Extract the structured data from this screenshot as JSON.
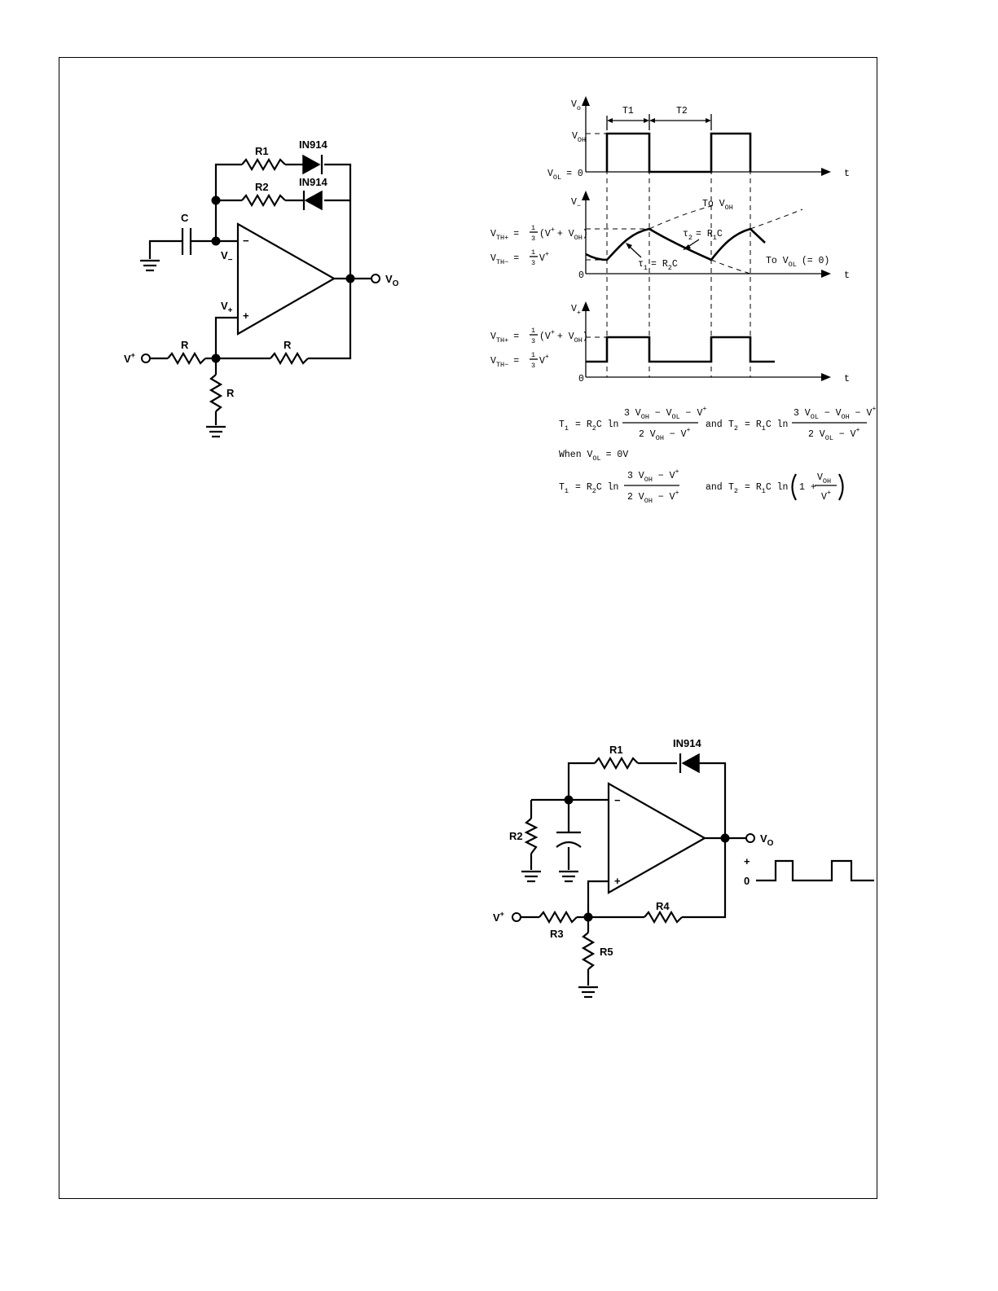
{
  "circuit1": {
    "r1_label": "R1",
    "r2_label": "R2",
    "diode1_label": "IN914",
    "diode2_label": "IN914",
    "cap_label": "C",
    "vminus_label": "V",
    "vminus_sub": "−",
    "vplus_label": "V",
    "vplus_sub": "+",
    "minus_sign": "−",
    "plus_sign": "+",
    "vo_label": "V",
    "vo_sub": "O",
    "vsupply_label": "V",
    "vsupply_sup": "+",
    "r_left_label": "R",
    "r_right_label": "R",
    "r_bottom_label": "R"
  },
  "timing": {
    "vo_axis": {
      "main": "V",
      "sub": "o"
    },
    "t1_label": "T1",
    "t2_label": "T2",
    "voh": {
      "main": "V",
      "sub": "OH"
    },
    "vol_eq": {
      "main": "V",
      "sub": "OL",
      "rest": "= 0"
    },
    "t_axis": "t",
    "vminus_axis": {
      "main": "V",
      "sub": "−"
    },
    "to_voh": {
      "pre": "To V",
      "sub": "OH"
    },
    "vth_plus": {
      "main": "V",
      "sub": "TH+",
      "eq": "=",
      "num": "1",
      "den": "3",
      "expr_a": "(V",
      "sup": "+",
      "expr_b": "+ V",
      "sub2": "OH",
      "expr_c": ")"
    },
    "vth_minus": {
      "main": "V",
      "sub": "TH−",
      "eq": "=",
      "num": "1",
      "den": "3",
      "expr": "V",
      "sup": "+"
    },
    "tau2": {
      "main": "τ",
      "sub": "2",
      "rest": "= R",
      "sub2": "1",
      "tail": "C"
    },
    "tau1": {
      "main": "τ",
      "sub": "1",
      "rest": "= R",
      "sub2": "2",
      "tail": "C"
    },
    "to_vol": {
      "pre": "To V",
      "sub": "OL",
      "rest": "(= 0)"
    },
    "zero1": "0",
    "vplus_axis": {
      "main": "V",
      "sub": "+"
    },
    "zero2": "0"
  },
  "formulas": {
    "t1_lhs": {
      "main": "T",
      "sub": "1",
      "rest": "= R",
      "sub2": "2",
      "tail": "C ln"
    },
    "t1_num": {
      "a": "3 V",
      "s1": "OH",
      "b": " − V",
      "s2": "OL",
      "c": " − V",
      "sup": "+"
    },
    "t1_den": {
      "a": "2 V",
      "s1": "OH",
      "b": " − V",
      "sup": "+"
    },
    "and1": "and",
    "t2_lhs": {
      "main": "T",
      "sub": "2",
      "rest": "= R",
      "sub2": "1",
      "tail": "C ln"
    },
    "t2_num": {
      "a": "3 V",
      "s1": "OL",
      "b": " − V",
      "s2": "OH",
      "c": " − V",
      "sup": "+"
    },
    "t2_den": {
      "a": "2 V",
      "s1": "OL",
      "b": " − V",
      "sup": "+"
    },
    "when": {
      "pre": "When V",
      "sub": "OL",
      "rest": "= 0V"
    },
    "t1b_lhs": {
      "main": "T",
      "sub": "1",
      "rest": "= R",
      "sub2": "2",
      "tail": "C ln"
    },
    "t1b_num": {
      "a": "3 V",
      "s1": "OH",
      "b": " − V",
      "sup": "+"
    },
    "t1b_den": {
      "a": "2 V",
      "s1": "OH",
      "b": " − V",
      "sup": "+"
    },
    "and2": "and",
    "t2b_lhs": {
      "main": "T",
      "sub": "2",
      "rest": "= R",
      "sub2": "1",
      "tail": "C ln"
    },
    "t2b_one": "1 +",
    "t2b_num": {
      "a": "V",
      "s1": "OH"
    },
    "t2b_den": {
      "a": "V",
      "sup": "+"
    }
  },
  "circuit2": {
    "r1_label": "R1",
    "diode_label": "IN914",
    "r2_label": "R2",
    "minus_sign": "−",
    "plus_sign": "+",
    "vo_label": "V",
    "vo_sub": "O",
    "wave_plus": "+",
    "wave_zero": "0",
    "vsupply_label": "V",
    "vsupply_sup": "+",
    "r3_label": "R3",
    "r4_label": "R4",
    "r5_label": "R5"
  }
}
